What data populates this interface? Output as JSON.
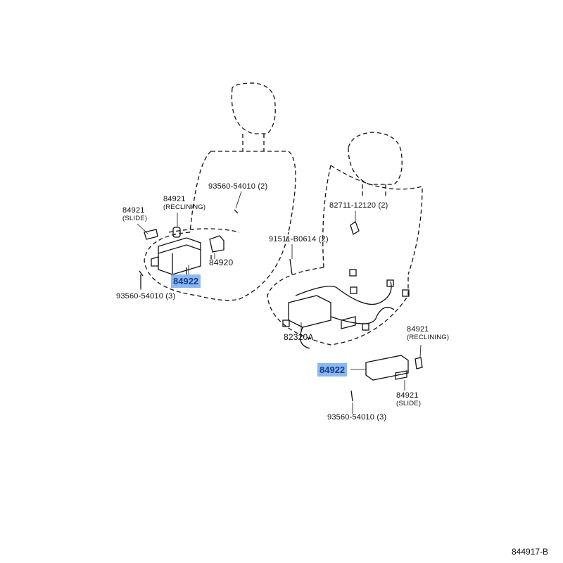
{
  "diagram_code": "844917-B",
  "highlight_color": "#8ab8f0",
  "left_seat": {
    "screw_top": {
      "part": "93560-54010",
      "qty": "(2)"
    },
    "reclining_knob": {
      "part": "84921",
      "note": "(RECLINING)"
    },
    "slide_knob": {
      "part": "84921",
      "note": "(SLIDE)"
    },
    "switch": {
      "part": "84920"
    },
    "switch_assy": {
      "part": "84922"
    },
    "screw_bottom": {
      "part": "93560-54010",
      "qty": "(3)"
    }
  },
  "right_seat": {
    "clamp": {
      "part": "82711-12120",
      "qty": "(2)"
    },
    "bolt": {
      "part": "91511-B0614",
      "qty": "(2)"
    },
    "wire_harness": {
      "part": "82320A"
    },
    "reclining_knob": {
      "part": "84921",
      "note": "(RECLINING)"
    },
    "switch_assy": {
      "part": "84922"
    },
    "slide_knob": {
      "part": "84921",
      "note": "(SLIDE)"
    },
    "screw": {
      "part": "93560-54010",
      "qty": "(3)"
    }
  }
}
